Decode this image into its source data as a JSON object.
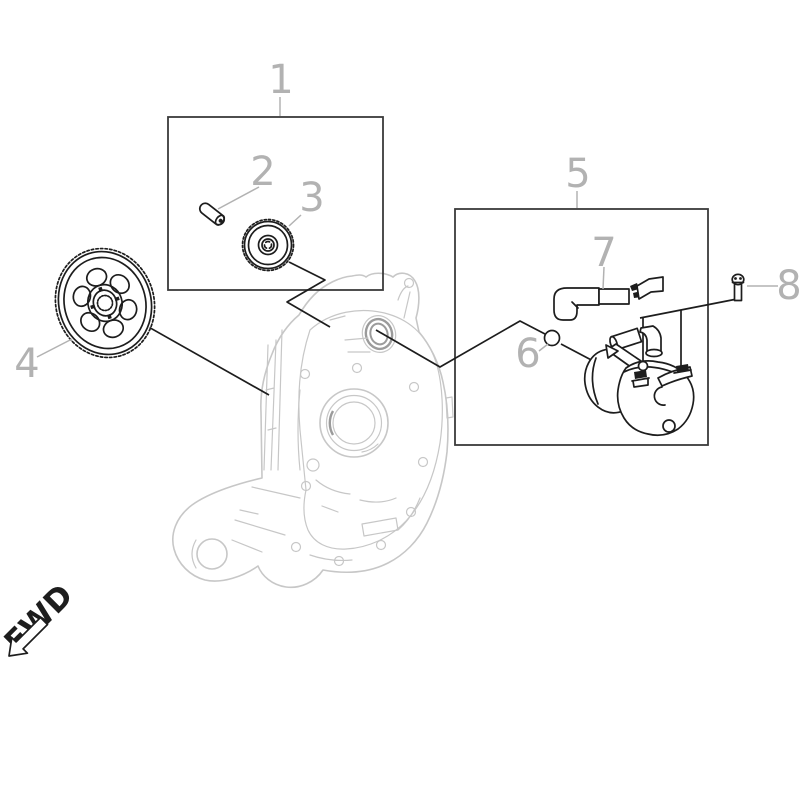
{
  "diagram": {
    "type": "exploded-parts-diagram",
    "callouts": [
      {
        "label": "1"
      },
      {
        "label": "2"
      },
      {
        "label": "3"
      },
      {
        "label": "4"
      },
      {
        "label": "5"
      },
      {
        "label": "6"
      },
      {
        "label": "7"
      },
      {
        "label": "8"
      }
    ],
    "direction_indicator": {
      "label": "FWD"
    },
    "colors": {
      "line": "#1d1d1d",
      "callout": "#b2b2b2",
      "ghost_part": "#c7c7c7",
      "ghost_accent": "#9b9b9b",
      "background": "#ffffff"
    }
  }
}
